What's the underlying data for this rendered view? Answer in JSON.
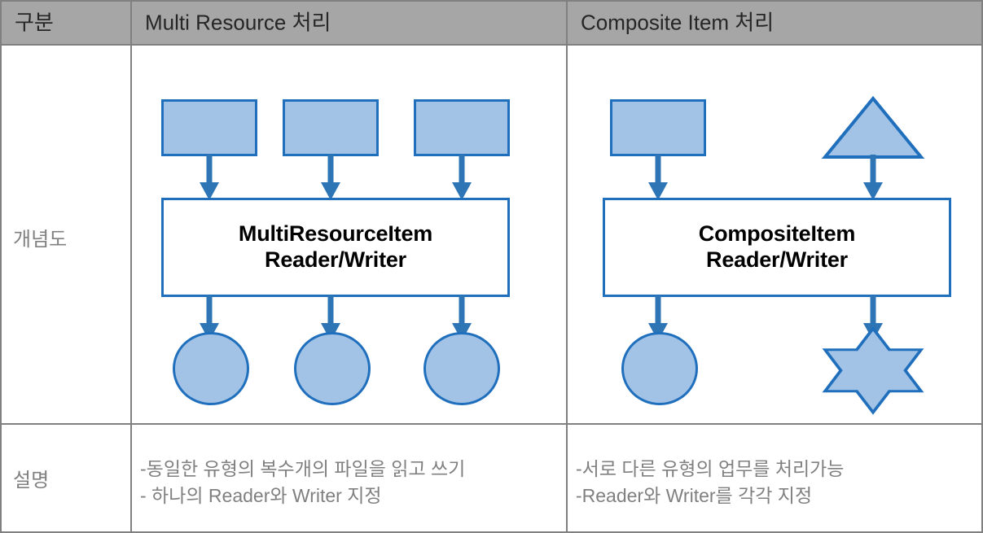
{
  "table": {
    "headers": [
      {
        "label": "구분"
      },
      {
        "label": "Multi Resource 처리"
      },
      {
        "label": "Composite Item 처리"
      }
    ],
    "rows": [
      {
        "label": "개념도"
      },
      {
        "label": "설명"
      }
    ]
  },
  "diagrams": {
    "multi_resource": {
      "inputs": [
        {
          "shape": "rectangle"
        },
        {
          "shape": "rectangle"
        },
        {
          "shape": "rectangle"
        }
      ],
      "processor": {
        "line1": "MultiResourceItem",
        "line2": "Reader/Writer"
      },
      "outputs": [
        {
          "shape": "circle"
        },
        {
          "shape": "circle"
        },
        {
          "shape": "circle"
        }
      ]
    },
    "composite_item": {
      "inputs": [
        {
          "shape": "rectangle"
        },
        {
          "shape": "triangle"
        }
      ],
      "processor": {
        "line1": "CompositeItem",
        "line2": "Reader/Writer"
      },
      "outputs": [
        {
          "shape": "circle"
        },
        {
          "shape": "six-point-star"
        }
      ]
    }
  },
  "descriptions": {
    "multi_resource": [
      "-동일한 유형의 복수개의 파일을 읽고 쓰기",
      "- 하나의 Reader와 Writer 지정"
    ],
    "composite_item": [
      "-서로 다른 유형의 업무를 처리가능",
      "-Reader와 Writer를 각각 지정"
    ]
  },
  "colors": {
    "header_bg": "#a6a6a6",
    "border": "#808080",
    "shape_fill": "#a3c3e6",
    "shape_stroke": "#1f6fbd",
    "arrow": "#2e75b6",
    "desc_text": "#808080",
    "box_text": "#000000"
  }
}
